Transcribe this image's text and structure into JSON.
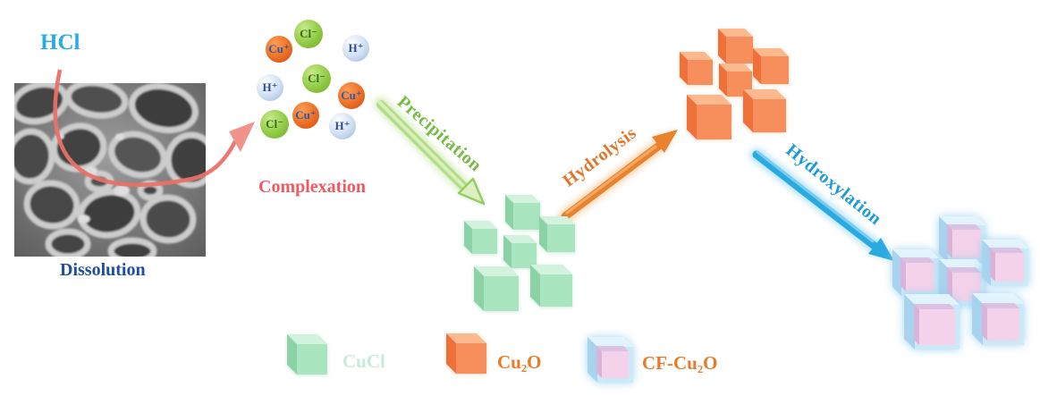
{
  "labels": {
    "hcl": "HCl",
    "dissolution": "Dissolution",
    "complexation": "Complexation",
    "precipitation": "Precipitation",
    "hydrolysis": "Hydrolysis",
    "hydroxylation": "Hydroxylation"
  },
  "ions": [
    {
      "species": "copper-ion",
      "label": "Cu⁺"
    },
    {
      "species": "chloride-ion",
      "label": "Cl⁻"
    },
    {
      "species": "hydrogen-ion",
      "label": "H⁺"
    },
    {
      "species": "hydrogen-ion",
      "label": "H⁺"
    },
    {
      "species": "chloride-ion",
      "label": "Cl⁻"
    },
    {
      "species": "copper-ion",
      "label": "Cu⁺"
    },
    {
      "species": "chloride-ion",
      "label": "Cl⁻"
    },
    {
      "species": "copper-ion",
      "label": "Cu⁺"
    },
    {
      "species": "hydrogen-ion",
      "label": "H⁺"
    }
  ],
  "legend": {
    "items": [
      {
        "label": "CuCl",
        "swatch_color": "#a9e6c0",
        "label_color": "#c8ead8"
      },
      {
        "label": "Cu₂O",
        "swatch_color": "#f78f5c",
        "label_color": "#e87a28"
      },
      {
        "label": "CF-Cu₂O",
        "swatch_color": "#f4d2ea",
        "label_color": "#e87a28"
      }
    ]
  },
  "colors": {
    "hcl_text": "#2aabe2",
    "dissolution_text": "#1e4f9c",
    "complexation_text": "#f2585f",
    "precipitation_text": "#76bb44",
    "hydrolysis_text": "#e0762a",
    "hydroxylation_text": "#1b9cd8",
    "dissolution_arrow": "#ea7168",
    "precipitation_arrow": "#b1dd86",
    "hydrolysis_arrow": "#e8822d",
    "hydroxylation_arrow": "#29abe2",
    "cucl_cube_front": "#a9e6c0",
    "cu2o_cube_front": "#f78f5c",
    "cf_cu2o_cube_front": "#f4d2ea",
    "cf_shell_blue": "#cde9f8"
  }
}
